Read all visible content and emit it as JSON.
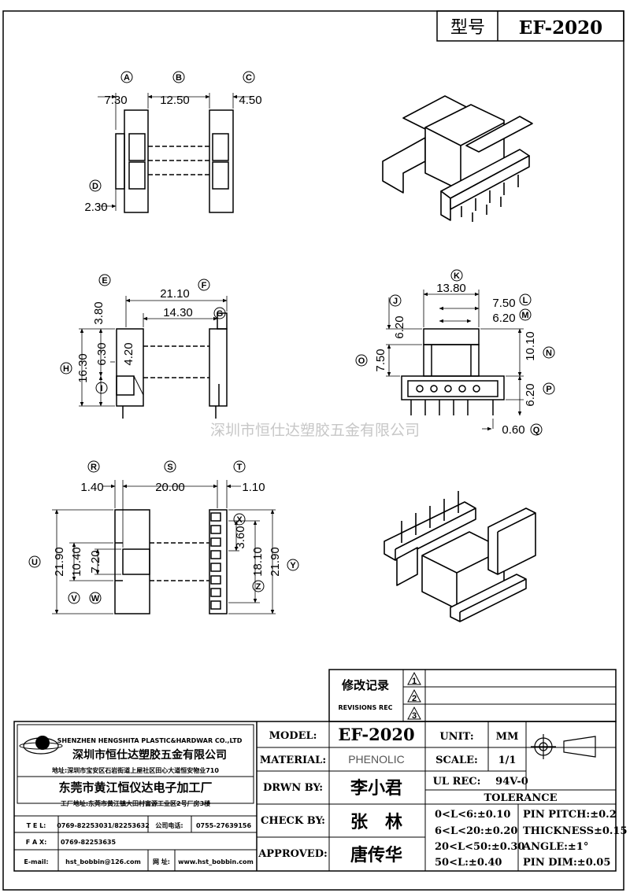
{
  "header": {
    "model_label": "型号",
    "model_value": "EF-2020"
  },
  "watermark": "深圳市恒仕达塑胶五金有限公司",
  "front_view": {
    "dims": [
      "7.30",
      "12.50",
      "4.50",
      "2.30"
    ],
    "markers": [
      "A",
      "B",
      "C",
      "D"
    ]
  },
  "side_view": {
    "dims": [
      "3.80",
      "21.10",
      "14.30",
      "16.30",
      "6.30",
      "4.20"
    ],
    "markers": [
      "E",
      "F",
      "G",
      "H",
      "I"
    ]
  },
  "end_view": {
    "dims": [
      "13.80",
      "7.50",
      "6.20",
      "6.20",
      "7.50",
      "10.10",
      "6.20",
      "0.60"
    ],
    "markers": [
      "K",
      "L",
      "M",
      "J",
      "O",
      "N",
      "P",
      "Q"
    ]
  },
  "bottom_view": {
    "dims": [
      "1.40",
      "20.00",
      "1.10",
      "21.90",
      "10.40",
      "7.20",
      "3.60",
      "18.10",
      "21.90"
    ],
    "markers": [
      "R",
      "S",
      "T",
      "U",
      "V",
      "W",
      "X",
      "Z",
      "Y"
    ]
  },
  "revisions": {
    "title_cn": "修改记录",
    "title_en": "REVISIONS REC",
    "marks": [
      "1",
      "2",
      "3"
    ]
  },
  "company": {
    "name_en": "SHENZHEN HENGSHITA PLASTIC&HARDWAR CO.,LTD",
    "name_cn": "深圳市恒仕达塑胶五金有限公司",
    "address1": "地址:深圳市宝安区石岩街道上屋社区田心大道恒安物业710",
    "factory_cn": "东莞市黄江恒仪达电子加工厂",
    "address2": "工厂地址:东莞市黄江镇大田村富源工业区2号厂房3楼",
    "tel_label": "T E L:",
    "tel_value": "0769-82253031/82253632",
    "tel2_label": "公司电话:",
    "tel2_value": "0755-27639156",
    "fax_label": "F A X:",
    "fax_value": "0769-82253635",
    "email_label": "E-mail:",
    "email_value": "hst_bobbin@126.com",
    "web_label": "网 址:",
    "web_value": "www.hst_bobbin.com"
  },
  "title_block": {
    "model_label": "MODEL:",
    "model_value": "EF-2020",
    "material_label": "MATERIAL:",
    "material_value": "PHENOLIC",
    "drawn_label": "DRWN BY:",
    "drawn_value": "李小君",
    "check_label": "CHECK BY:",
    "check_value": "张　林",
    "approved_label": "APPROVED:",
    "approved_value": "唐传华",
    "unit_label": "UNIT:",
    "unit_value": "MM",
    "scale_label": "SCALE:",
    "scale_value": "1/1",
    "ul_label": "UL REC:",
    "ul_value": "94V-0",
    "tolerance_title": "TOLERANCE",
    "tolerances": [
      "0<L<6:±0.10",
      "6<L<20:±0.20",
      "20<L<50:±0.30",
      "50<L:±0.40"
    ],
    "specs": [
      "PIN PITCH:±0.2",
      "THICKNESS±0.15",
      "ANGLE:±1°",
      "PIN DIM:±0.05"
    ]
  }
}
